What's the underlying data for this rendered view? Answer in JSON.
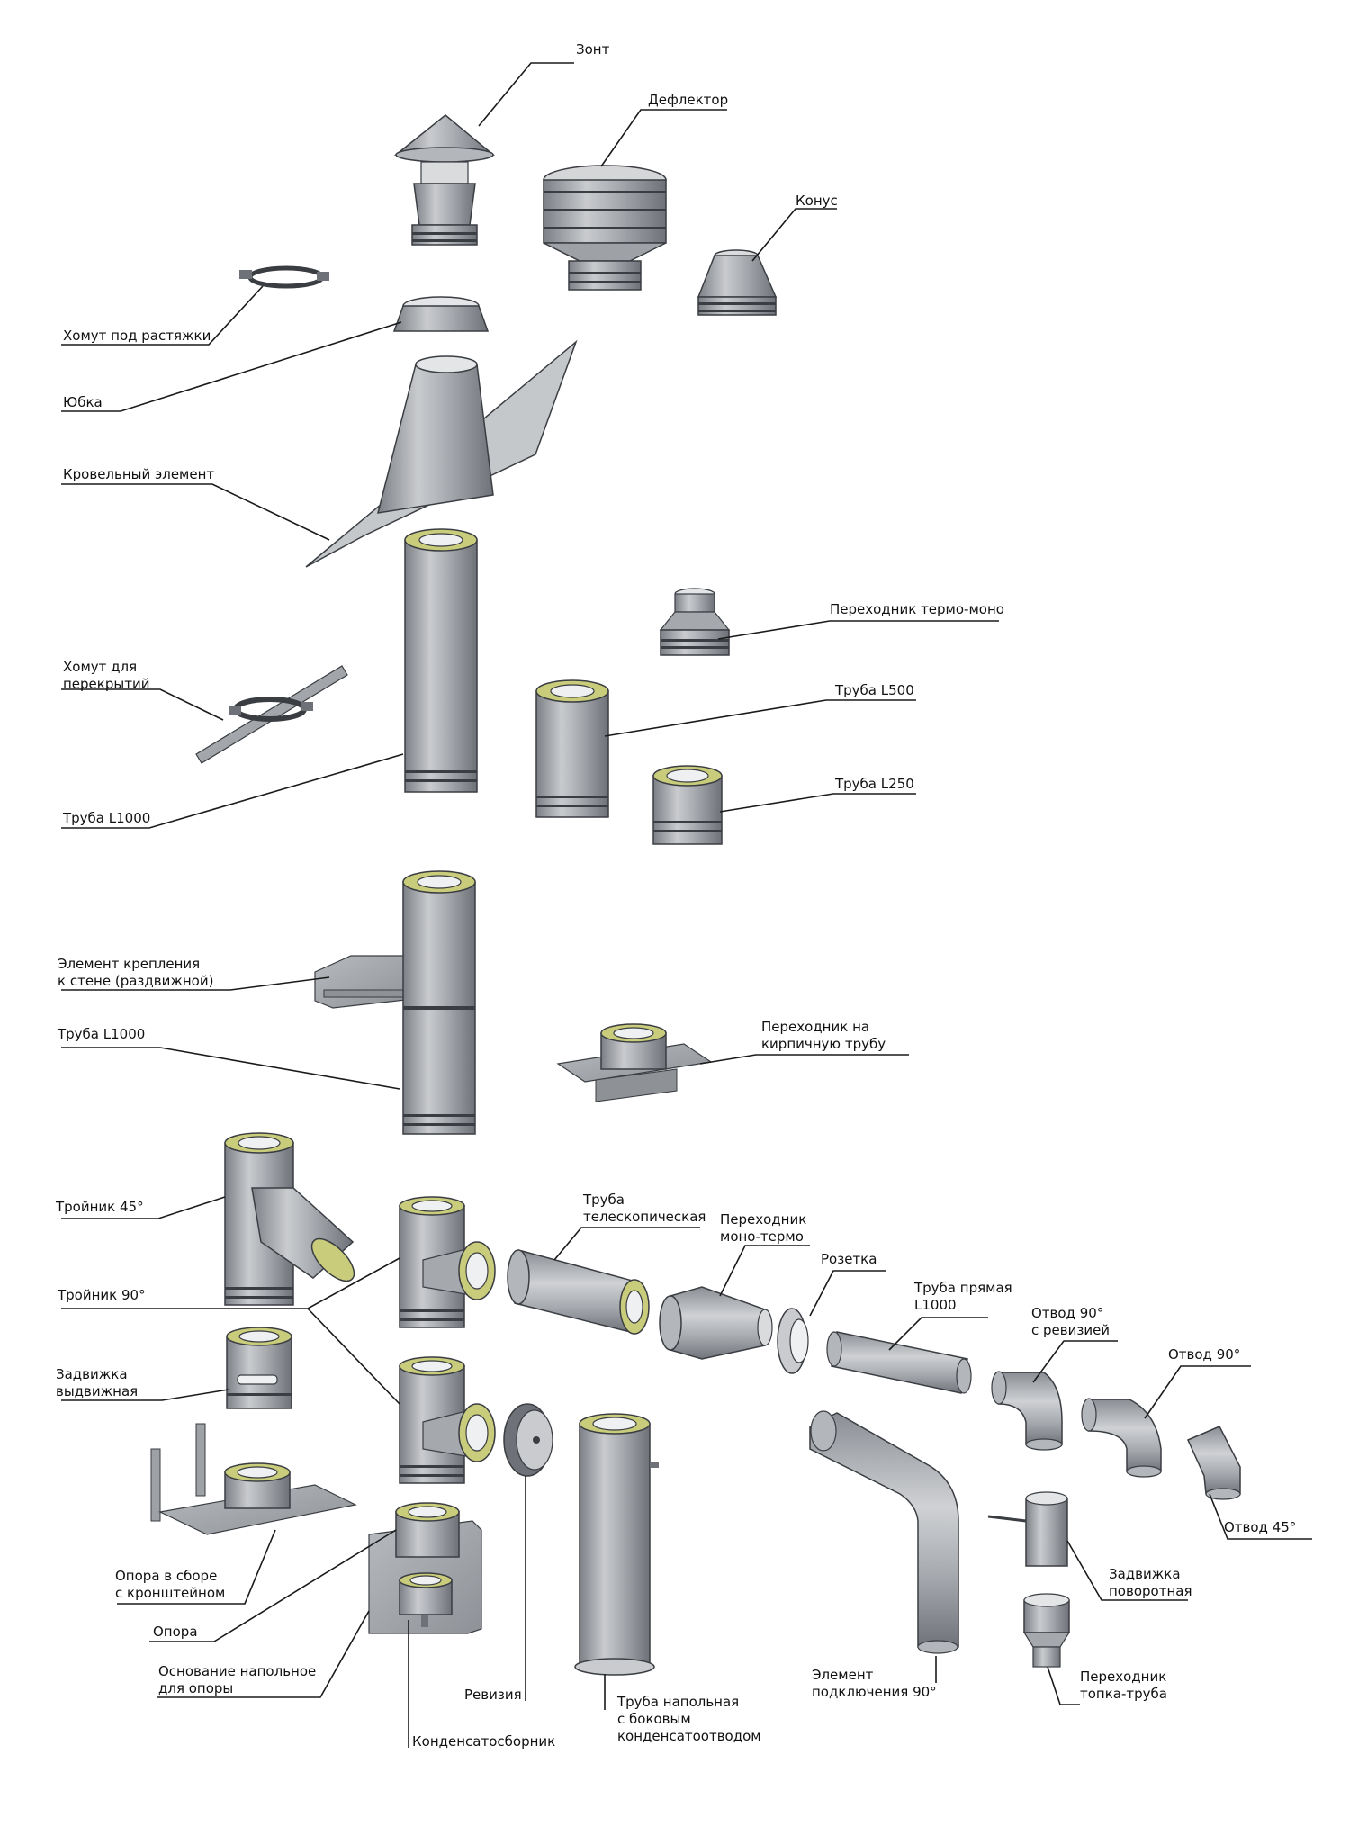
{
  "diagram": {
    "colors": {
      "metal_light": "#c9cbce",
      "metal_mid": "#9ea2a7",
      "metal_dark": "#6e7278",
      "insulation": "#c9cc7a",
      "ring": "#3a3d42",
      "leader": "#1a1a1a",
      "text": "#111111"
    },
    "labels": {
      "zont": "Зонт",
      "deflektor": "Дефлектор",
      "konus": "Конус",
      "homut_rastyazhki": "Хомут под растяжки",
      "yubka": "Юбка",
      "krovelnyj": "Кровельный элемент",
      "perehodnik_termo_mono": "Переходник термо-моно",
      "homut_perekrytij": "Хомут для\nперекрытий",
      "truba_l500": "Труба L500",
      "truba_l250": "Труба L250",
      "truba_l1000_top": "Труба L1000",
      "element_krepleniya": "Элемент крепления\nк стене (раздвижной)",
      "truba_l1000_mid": "Труба L1000",
      "perehodnik_kirpich": "Переходник на\nкирпичную трубу",
      "trojnik_45": "Тройник 45°",
      "truba_teleskop": "Труба\nтелескопическая",
      "perehodnik_mono_termo": "Переходник\nмоно-термо",
      "rozetka": "Розетка",
      "truba_pryamaya": "Труба прямая\nL1000",
      "otvod_90_revizia": "Отвод 90°\nс ревизией",
      "otvod_90": "Отвод 90°",
      "trojnik_90": "Тройник 90°",
      "zadvizhka_vydvizh": "Задвижка\nвыдвижная",
      "otvod_45": "Отвод 45°",
      "opora_kronshtejn": "Опора в сборе\nс кронштейном",
      "zadvizhka_povorot": "Задвижка\nповоротная",
      "opora": "Опора",
      "osnovanie": "Основание напольное\nдля опоры",
      "reviziya": "Ревизия",
      "truba_napolnaya": "Труба напольная\nс боковым\nконденсатоотводом",
      "element_podkl": "Элемент\nподключения 90°",
      "perehodnik_topka": "Переходник\nтопка-труба",
      "kondensatosbornik": "Конденсатосборник"
    }
  }
}
